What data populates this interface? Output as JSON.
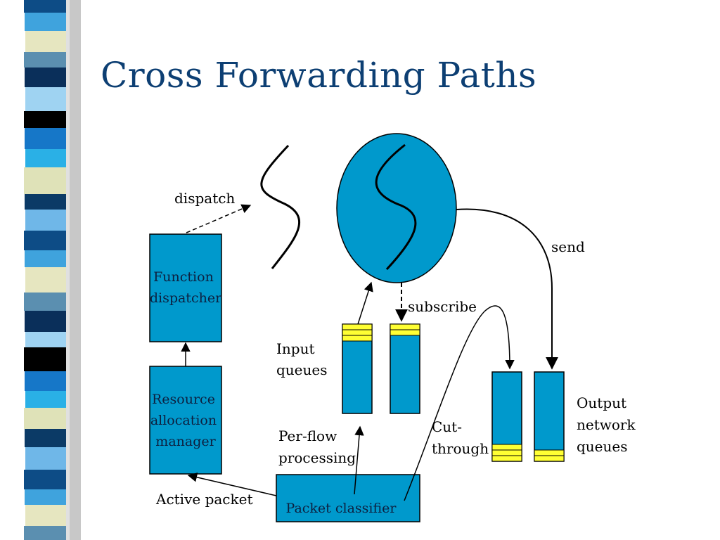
{
  "title": "Cross Forwarding Paths",
  "colors": {
    "box": "#0099cc",
    "queue_slot": "#ffff33",
    "title": "#0d3f73"
  },
  "diagram": {
    "function_dispatcher": [
      "Function",
      "dispatcher"
    ],
    "resource_manager": [
      "Resource",
      "allocation",
      "manager"
    ],
    "packet_classifier": "Packet classifier",
    "dispatch": "dispatch",
    "send": "send",
    "subscribe": "subscribe",
    "input_queues": [
      "Input",
      "queues"
    ],
    "per_flow": [
      "Per-flow",
      "processing"
    ],
    "cut_through": [
      "Cut-",
      "through"
    ],
    "output_queues": [
      "Output",
      "network",
      "queues"
    ],
    "active_packet": "Active packet"
  }
}
